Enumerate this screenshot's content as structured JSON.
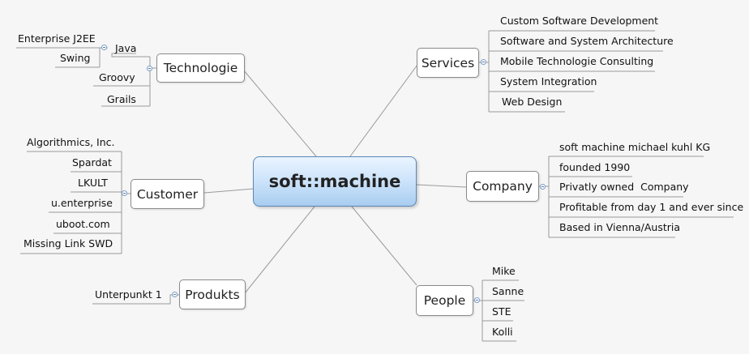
{
  "center": "soft::machine",
  "technologie": {
    "label": "Technologie",
    "java": "Java",
    "enterprise": "Enterprise J2EE",
    "swing": "Swing",
    "groovy": "Groovy",
    "grails": "Grails"
  },
  "customer": {
    "label": "Customer",
    "items": [
      "Algorithmics, Inc.",
      "Spardat",
      "LKULT",
      "u.enterprise",
      "uboot.com",
      "Missing Link SWD"
    ]
  },
  "produkts": {
    "label": "Produkts",
    "items": [
      "Unterpunkt 1"
    ]
  },
  "services": {
    "label": "Services",
    "items": [
      "Custom Software Development",
      "Software and System Architecture",
      "Mobile Technologie Consulting",
      "System Integration",
      "Web Design"
    ]
  },
  "company": {
    "label": "Company",
    "items": [
      "soft machine michael kuhl KG",
      "founded 1990",
      "Privatly owned  Company",
      "Profitable from day 1 and ever since",
      "Based in Vienna/Austria"
    ]
  },
  "people": {
    "label": "People",
    "items": [
      "Mike",
      "Sanne",
      "STE",
      "Kolli"
    ]
  }
}
